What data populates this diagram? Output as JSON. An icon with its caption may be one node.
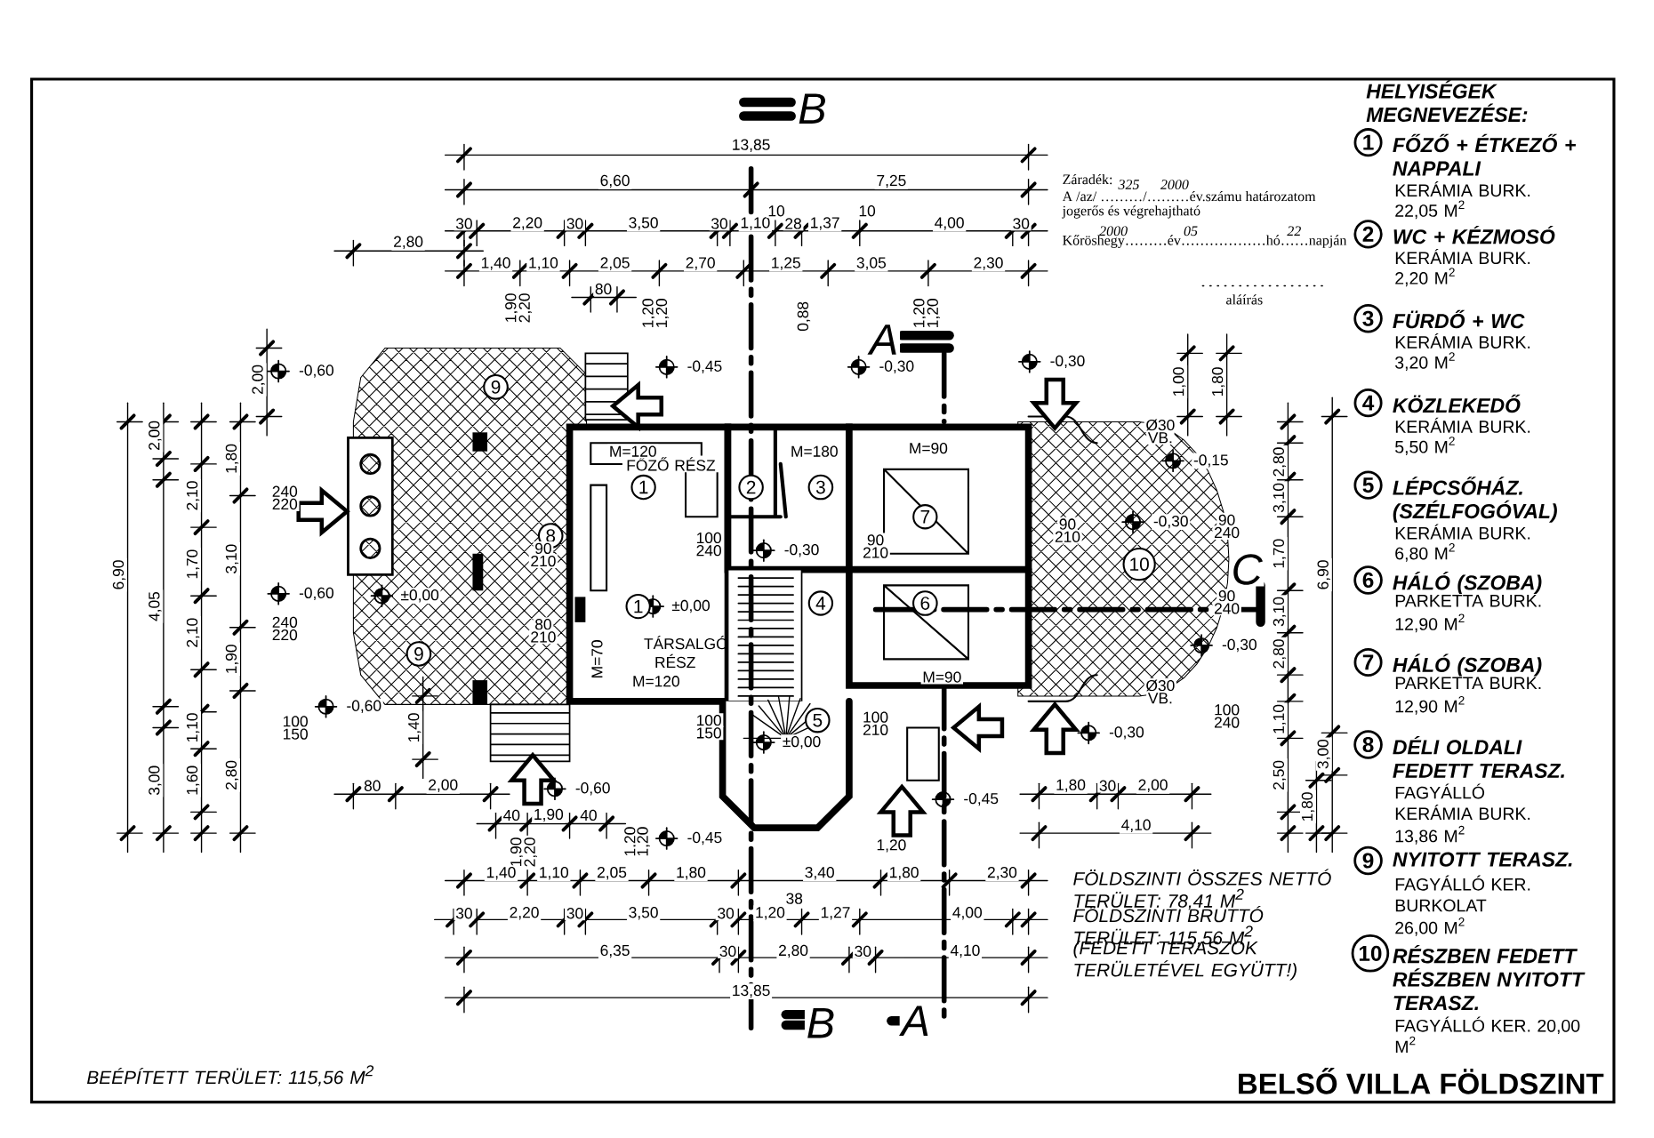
{
  "diagram": {
    "title": "BELSŐ VILLA FÖLDSZINT",
    "labels": [
      "B",
      "13,85",
      "6,60",
      "7,25",
      "30",
      "2,20",
      "30",
      "3,50",
      "30",
      "1,10",
      "10",
      "28",
      "1,37",
      "10",
      "4,00",
      "30",
      "2,80",
      "1,40",
      "1,10",
      "2,05",
      "2,70",
      "1,25",
      "3,05",
      "2,30",
      "80",
      "1,90",
      "2,20",
      "1,20",
      "1,20",
      "0,88",
      "1,20",
      "1,20",
      "-0,60",
      "-0,45",
      "-0,30",
      "-0,30",
      "-0,15",
      "±0,00",
      "-0,30",
      "-0,60",
      "±0,00",
      "-0,60",
      "-0,60",
      "-0,45",
      "-0,45",
      "-0,30",
      "-0,30",
      "±0,00",
      "-0,30",
      "FŐZŐ RÉSZ",
      "TÁRSALGÓ RÉSZ",
      "M=120",
      "M=180",
      "M=90",
      "M=120",
      "M=90",
      "M=70",
      "1",
      "2",
      "3",
      "1",
      "4",
      "5",
      "6",
      "7",
      "8",
      "9",
      "9",
      "10",
      "240",
      "220",
      "90",
      "210",
      "100",
      "240",
      "90",
      "210",
      "90",
      "210",
      "90",
      "240",
      "240",
      "220",
      "80",
      "210",
      "90",
      "240",
      "100",
      "150",
      "100",
      "150",
      "100",
      "210",
      "100",
      "240",
      "Ø30",
      "VB.",
      "Ø30",
      "VB.",
      "80",
      "2,00",
      "40",
      "1,90",
      "40",
      "1,80",
      "30",
      "2,00",
      "4,10",
      "1,20",
      "1,20",
      "1,20",
      "1,90",
      "2,20",
      "1,40",
      "1,10",
      "2,05",
      "1,80",
      "3,40",
      "1,80",
      "2,30",
      "30",
      "2,20",
      "30",
      "3,50",
      "30",
      "1,20",
      "38",
      "1,27",
      "4,00",
      "6,35",
      "30",
      "2,80",
      "30",
      "4,10",
      "13,85",
      "6,90",
      "2,00",
      "4,05",
      "3,00",
      "2,10",
      "1,70",
      "2,10",
      "1,10",
      "1,60",
      "1,80",
      "3,10",
      "1,90",
      "2,80",
      "2,00",
      "1,40",
      "1,00",
      "1,80",
      "2,80",
      "3,10",
      "1,70",
      "3,10",
      "2,80",
      "1,10",
      "2,50",
      "6,90",
      "3,00",
      "1,80",
      "A",
      "C",
      "B",
      "A",
      "Záradék:",
      "A /az/ ………/………év.számu határozatom",
      "jogerős és végrehajtható",
      "Kőröshegy………év………………hó……napján",
      "aláírás",
      "325",
      "2000",
      "2000",
      "05",
      "22",
      "FÖLDSZINTI ÖSSZES NETTÓ TERÜLET: 78,41 M$^{2}$",
      "FÖLDSZINTI BRUTTÓ TERÜLET: 115,56 M$^{2}$",
      "(FEDETT TERASZOK TERÜLETÉVEL EGYÜTT!)",
      "BEÉPÍTETT TERÜLET: 115,56 M$^{2}$",
      "HELYISÉGEK MEGNEVEZÉSE:",
      "1",
      "FŐZŐ + ÉTKEZŐ + NAPPALI",
      "KERÁMIA BURK.",
      "22,05 M$^{2}$",
      "2",
      "WC + KÉZMOSÓ",
      "KERÁMIA BURK.",
      "2,20 M$^{2}$",
      "3",
      "FÜRDŐ + WC",
      "KERÁMIA BURK.",
      "3,20 M$^{2}$",
      "4",
      "KÖZLEKEDŐ",
      "KERÁMIA BURK.",
      "5,50 M$^{2}$",
      "5",
      "LÉPCSŐHÁZ. (SZÉLFOGÓVAL)",
      "KERÁMIA BURK.",
      "6,80 M$^{2}$",
      "6",
      "HÁLÓ (SZOBA)",
      "PARKETTA BURK.",
      "12,90 M$^{2}$",
      "7",
      "HÁLÓ (SZOBA)",
      "PARKETTA BURK.",
      "12,90 M$^{2}$",
      "8",
      "DÉLI OLDALI FEDETT TERASZ.",
      "FAGYÁLLÓ KERÁMIA BURK.",
      "13,86 M$^{2}$",
      "9",
      "NYITOTT TERASZ.",
      "FAGYÁLLÓ KER. BURKOLAT",
      "26,00 M$^{2}$",
      "10",
      "RÉSZBEN FEDETT RÉSZBEN NYITOTT TERASZ.",
      "FAGYÁLLÓ KER. 20,00 M$^{2}$"
    ]
  }
}
